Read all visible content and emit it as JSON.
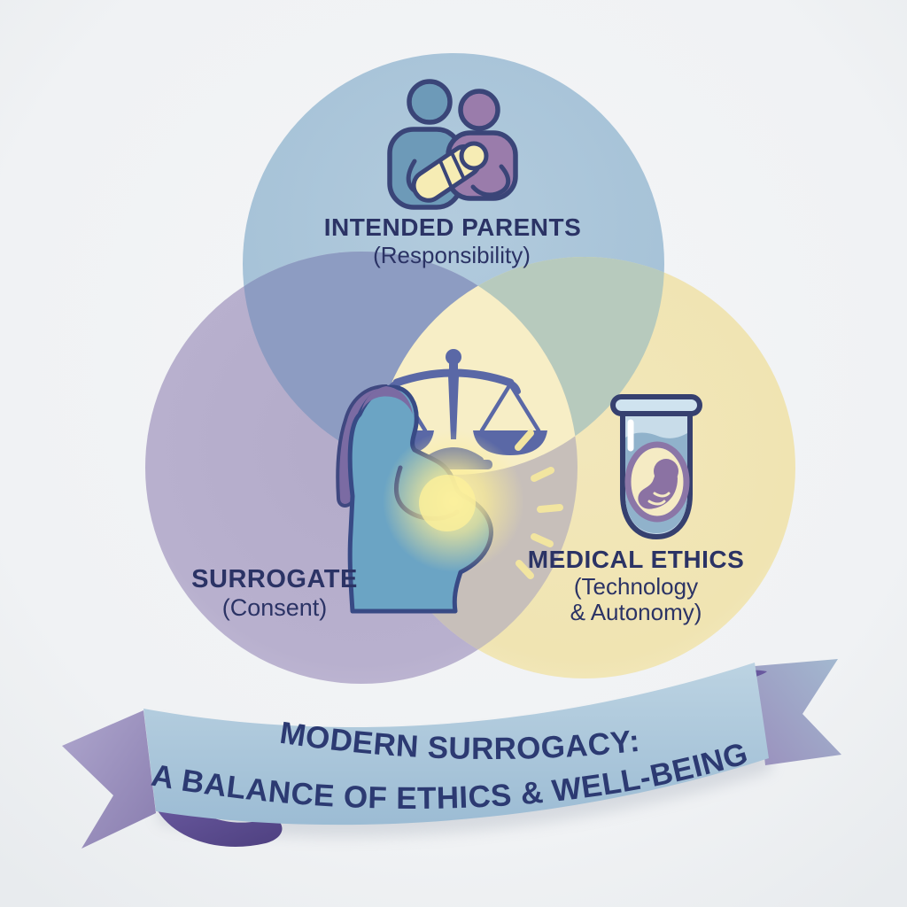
{
  "diagram": {
    "type": "venn-3",
    "background_color": "#f0f2f4",
    "circles": [
      {
        "id": "intended-parents",
        "position": "top",
        "label": "INTENDED PARENTS",
        "sublabels": [
          "(Responsibility)"
        ],
        "fill": "#a7c3d8",
        "icon": "parents-with-baby-icon"
      },
      {
        "id": "surrogate",
        "position": "bottom-left",
        "label": "SURROGATE",
        "sublabels": [
          "(Consent)"
        ],
        "fill": "#b7afcd",
        "icon": "pregnant-woman-icon"
      },
      {
        "id": "medical-ethics",
        "position": "bottom-right",
        "label": "MEDICAL ETHICS",
        "sublabels": [
          "(Technology",
          "& Autonomy)"
        ],
        "fill": "#f0e4b2",
        "icon": "test-tube-with-fetus-icon"
      }
    ],
    "overlaps": {
      "intended_parents_surrogate": "#8d9cc2",
      "intended_parents_medical_ethics": "#b7cabd",
      "surrogate_medical_ethics": "#c7bfba",
      "center": "#f7eec6"
    },
    "center_icon": "balance-scales-icon",
    "icon_outline_color": "#3a4578",
    "label_color": "#2b3365",
    "scales_color": "#5a68a6"
  },
  "banner": {
    "line1": "MODERN SURROGACY:",
    "line2": "A BALANCE OF ETHICS & WELL-BEING",
    "ribbon_fill": "#a9c6db",
    "ribbon_tail_fill": "#9c92c0",
    "ribbon_fold_fill": "#5f4f92",
    "text_color": "#2c3a72"
  }
}
